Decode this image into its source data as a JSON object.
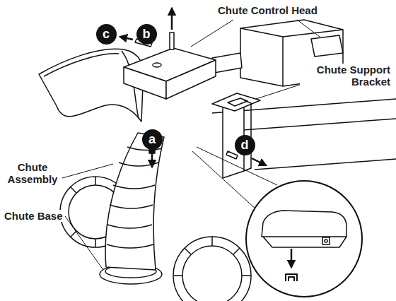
{
  "diagram": {
    "nodes": [
      {
        "text": [
          "c"
        ]
      },
      {
        "text": [
          "b"
        ]
      },
      {
        "text": [
          "a"
        ]
      },
      {
        "text": [
          "d"
        ]
      }
    ],
    "labels": [
      "Chute Control Head",
      "Chute Support Bracket",
      "Chute Assembly",
      "Chute Base"
    ]
  }
}
